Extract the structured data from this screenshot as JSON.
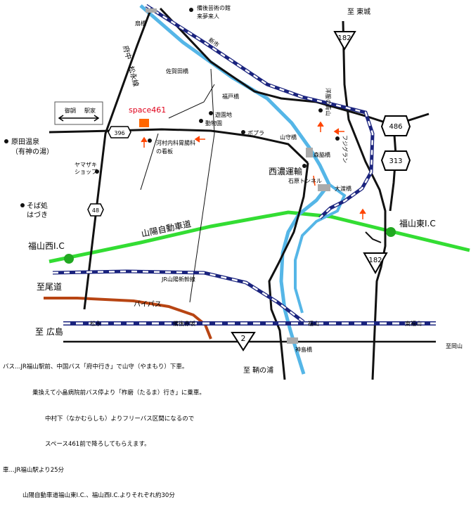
{
  "map": {
    "places": {
      "bingo_museum": "備後芸術の館",
      "kimuraijin": "来夢来人",
      "ougibashi": "扇橋",
      "fuchu_matsunaga_line": "府中　松永線",
      "sagakacho": "佐賀田橋",
      "fukutobashi": "福戸橋",
      "youfuku_aoyama": "洋服の青山",
      "fuji_grand": "フジグラン",
      "goshirabe": "御調",
      "ekiya": "駅家",
      "space461": "space461",
      "yugichi": "遊園地",
      "doubutsuen": "動物園",
      "popura": "ポプラ",
      "yamamoribashi": "山守橋",
      "morikibashi": "森脇橋",
      "kawamura_clinic_l1": "河村内科胃腸科",
      "kawamura_clinic_l2": "の看板",
      "harada_onsen": "原田温泉",
      "arikami_yu": "（有神の湯）",
      "yamazaki_shop_l1": "ヤマザキ",
      "yamazaki_shop_l2": "ショップ",
      "nishino_unyu": "西濃運輸",
      "ishiwara_tunnel": "石原トンネル",
      "ohdorii_bashi": "大渡橋",
      "soba_l1": "そば処",
      "soba_l2": "はづき",
      "sanyo_expressway": "山陽自動車道",
      "fukuyama_higashi_ic": "福山東I.C",
      "fukuyama_nishi_ic": "福山西I.C",
      "jr_shinkansen": "JR山陽新幹線",
      "to_onomichi": "至尾道",
      "bypass": "バイパス",
      "to_hiroshima": "至 広島",
      "matsunaga_station": "松永",
      "bingo_akasaka_station": "備後赤坂",
      "fukuyama_station": "福山",
      "higashi_fukuyama_station": "東福山",
      "kanshimabashi": "神島橋",
      "to_okayama": "至岡山",
      "to_tomonoura": "至 鞆の浦",
      "to_tojo": "至 東城",
      "shinichi": "新市"
    },
    "route_numbers": {
      "r182_top": "182",
      "r486": "486",
      "r313": "313",
      "r396": "396",
      "r48": "48",
      "r182_bottom": "182",
      "r2": "2"
    },
    "colors": {
      "river": "#55b6e7",
      "expressway": "#33dd33",
      "bypass": "#b84513",
      "railway": "#1a237e",
      "space461_marker": "#ff6600",
      "arrow": "#ff4400",
      "bridge": "#aaaaaa",
      "ic_marker": "#21a821"
    }
  },
  "notes": {
    "bus_1": "バス…JR福山駅前、中国バス「府中行き」で山守（やまもり）下車。",
    "bus_2": "乗換えて小畠病院前バス停より「柞磨（たるま）行き」に乗車。",
    "bus_3": "中村下（なかむらしも）よりフリーバス区間になるので",
    "bus_4": "スペース461前で降ろしてもらえます。",
    "car_1": "車…JR福山駅より25分",
    "car_2": "山陽自動車道福山東I.C.、福山西I.C.よりそれぞれ約30分"
  }
}
